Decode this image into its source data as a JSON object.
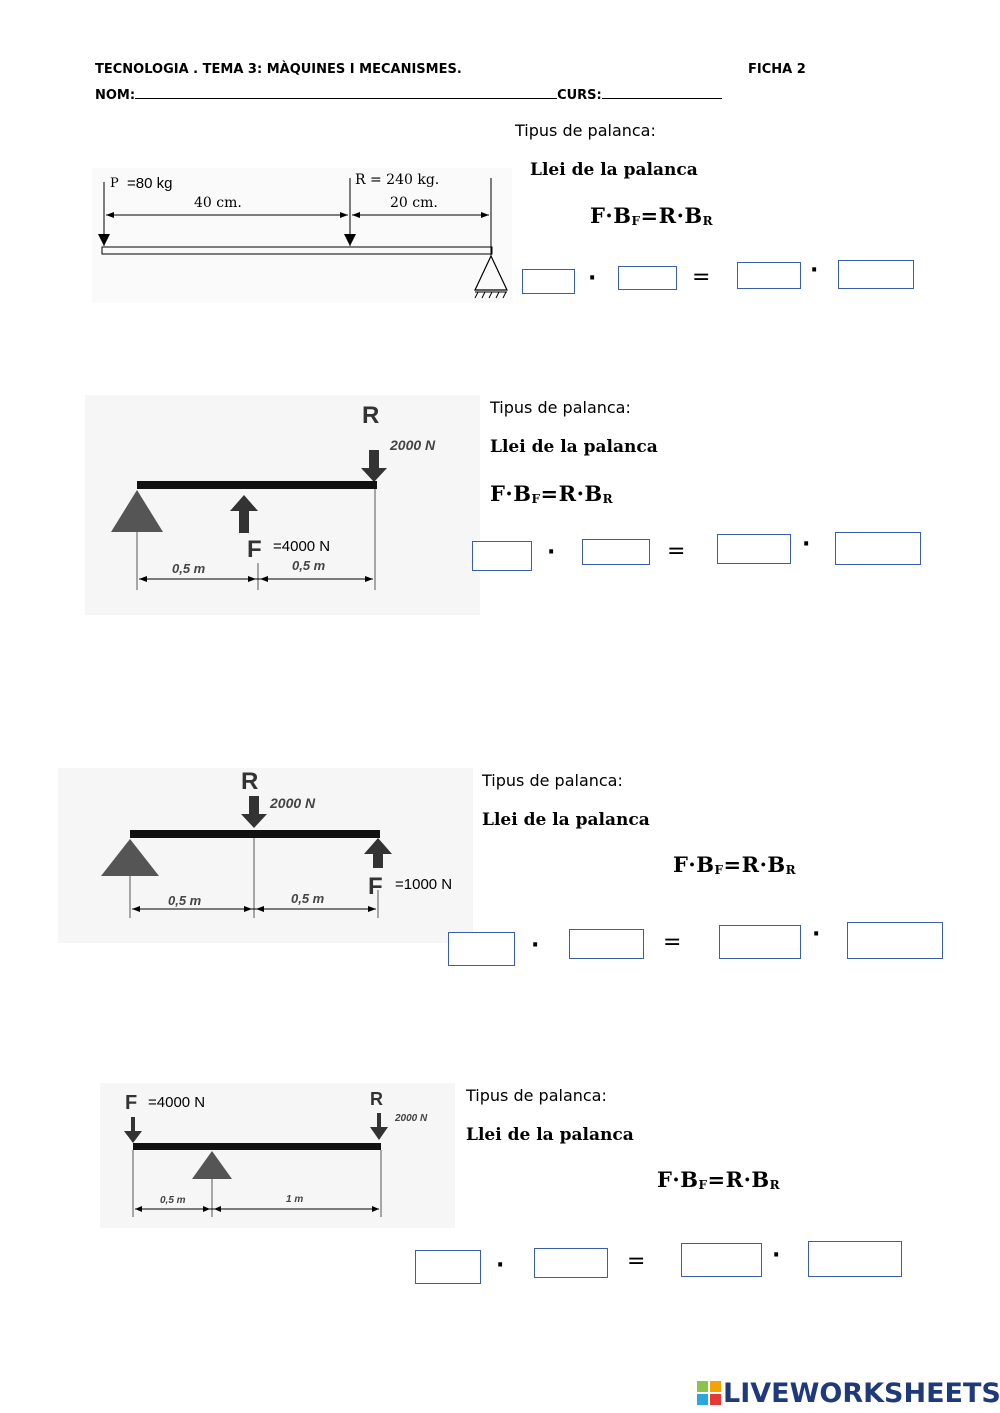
{
  "header": {
    "line1_left": "TECNOLOGIA . TEMA 3: MÀQUINES I MECANISMES.",
    "line1_right": "FICHA 2",
    "nom_label": "NOM:",
    "curs_label": "CURS:"
  },
  "common": {
    "tipus_label": "Tipus de palanca:",
    "llei_label": "Llei de la palanca",
    "dot": "·",
    "equals": "="
  },
  "exercises": [
    {
      "diagram": {
        "p_label": "P",
        "p_value": "=80  kg",
        "r_label": "R = 240 kg.",
        "dist_left": "40 cm.",
        "dist_right": "20 cm."
      }
    },
    {
      "diagram": {
        "r_label": "R",
        "r_value": "2000 N",
        "f_label": "F",
        "f_value": "=4000 N",
        "dist_left": "0,5 m",
        "dist_right": "0,5 m"
      }
    },
    {
      "diagram": {
        "r_label": "R",
        "r_value": "2000 N",
        "f_label": "F",
        "f_value": "=1000 N",
        "dist_left": "0,5 m",
        "dist_right": "0,5 m"
      }
    },
    {
      "diagram": {
        "f_label": "F",
        "f_value": "=4000 N",
        "r_label": "R",
        "r_value": "2000 N",
        "dist_left": "0,5 m",
        "dist_right": "1 m"
      }
    }
  ],
  "footer": {
    "brand": "LIVEWORKSHEETS"
  },
  "colors": {
    "box_border": "#3a5fa8",
    "logo_text": "#1f3a7a"
  }
}
